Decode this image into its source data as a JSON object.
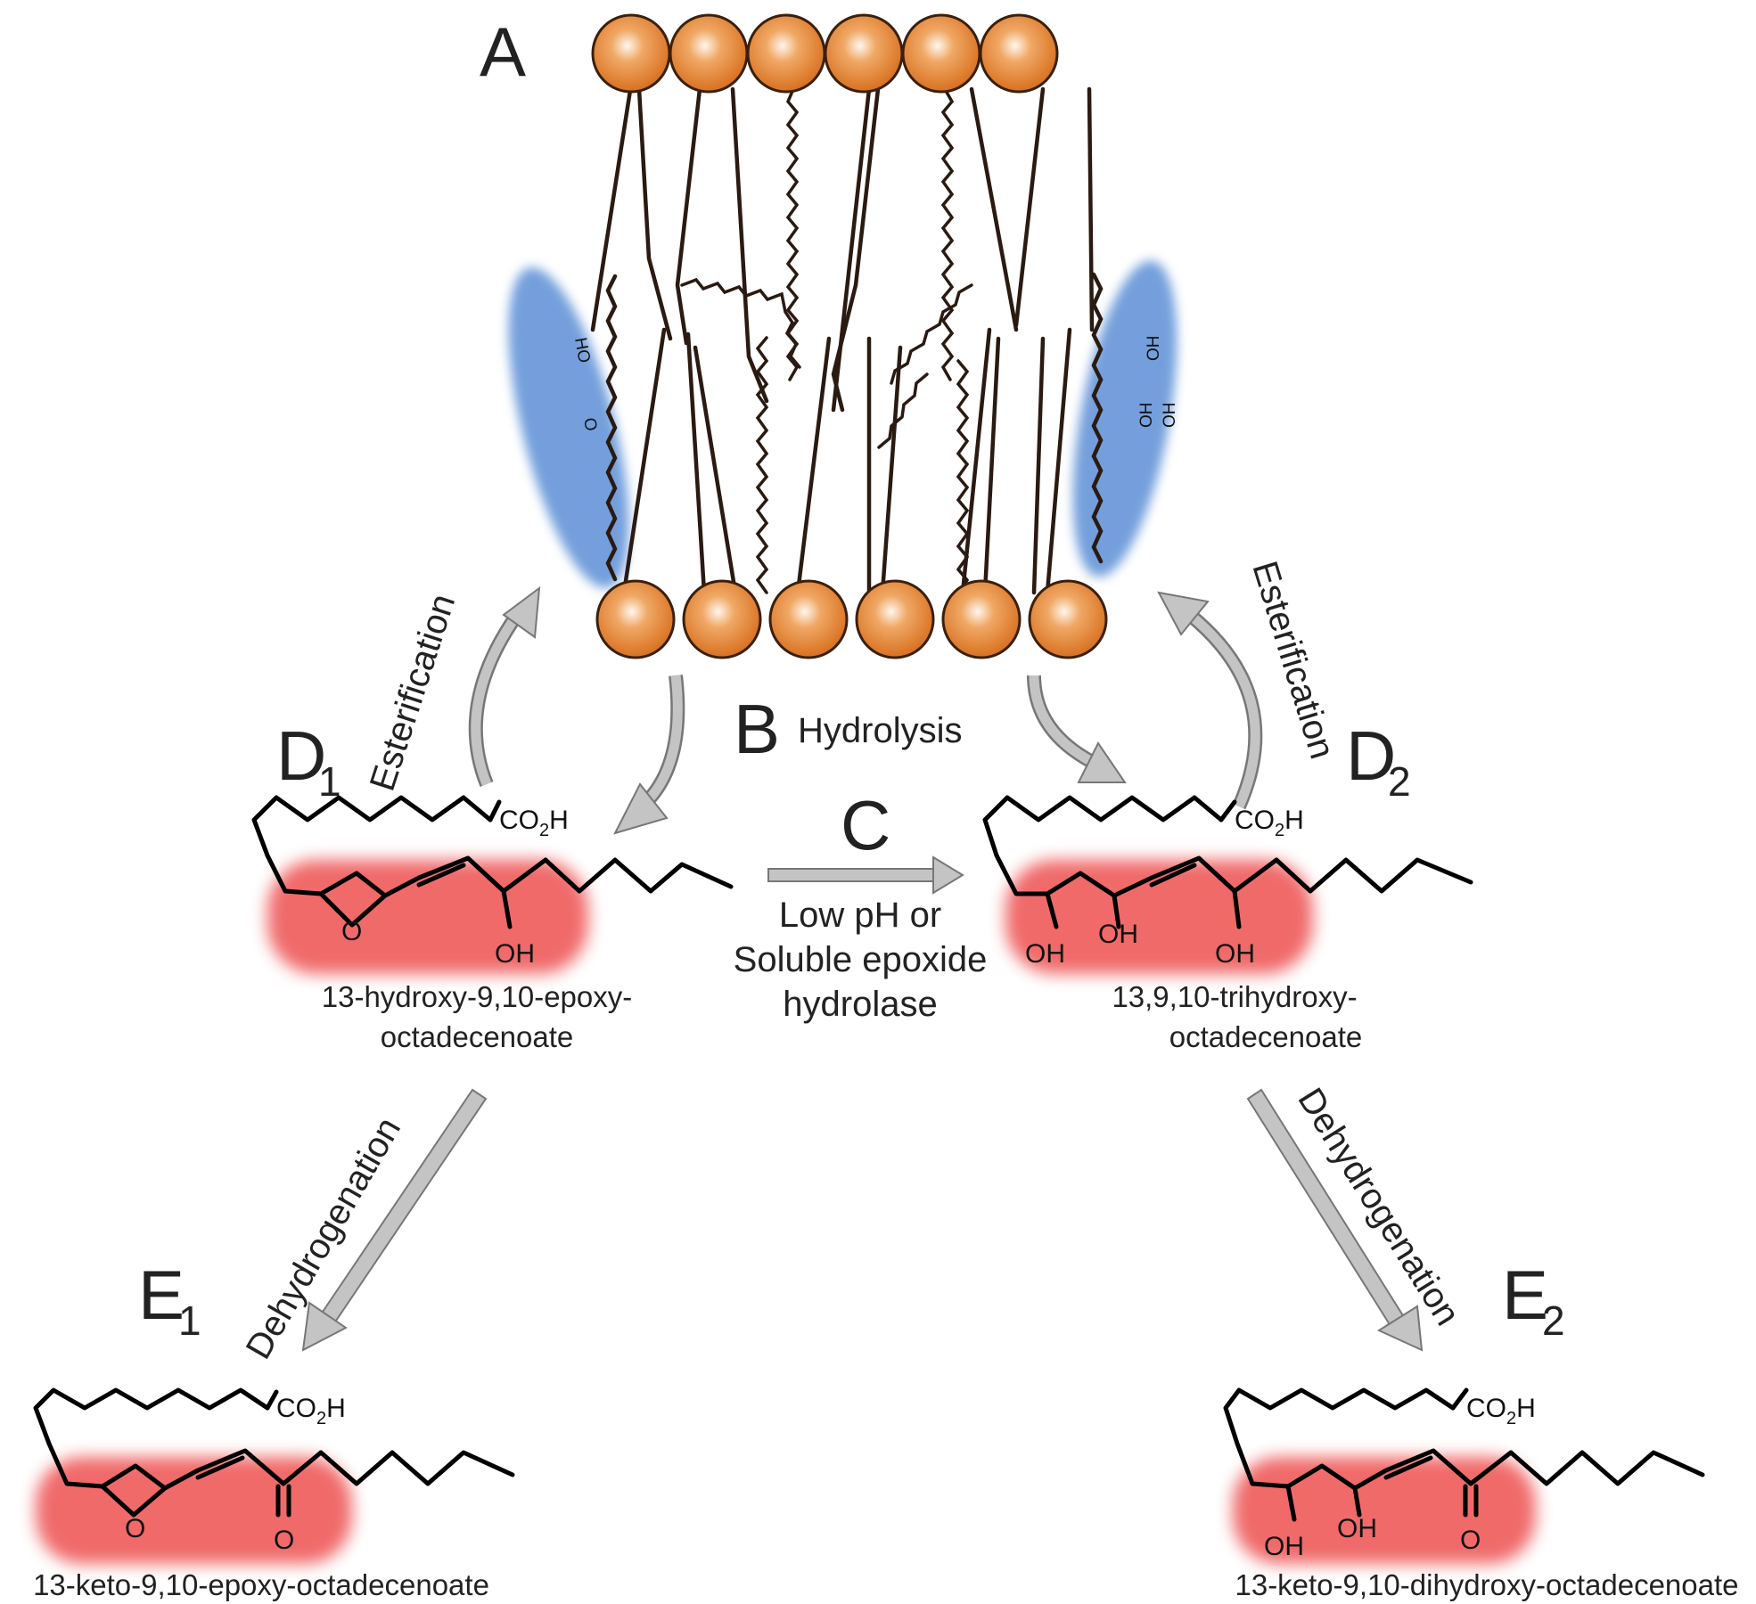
{
  "labels": {
    "A": "A",
    "B": "B",
    "C": "C",
    "D1": "D",
    "D1_sub": "1",
    "D2": "D",
    "D2_sub": "2",
    "E1": "E",
    "E1_sub": "1",
    "E2": "E",
    "E2_sub": "2"
  },
  "processes": {
    "hydrolysis": "Hydrolysis",
    "esterification_left": "Esterification",
    "esterification_right": "Esterification",
    "dehydrogenation_left": "Dehydrogenation",
    "dehydrogenation_right": "Dehydrogenation",
    "condition_line1": "Low pH or",
    "condition_line2": "Soluble epoxide",
    "condition_line3": "hydrolase"
  },
  "compounds": {
    "c1_line1": "13-hydroxy-9,10-epoxy-",
    "c1_line2": "octadecenoate",
    "c2_line1": "13,9,10-trihydroxy-",
    "c2_line2": "octadecenoate",
    "c3": "13-keto-9,10-epoxy-octadecenoate",
    "c4": "13-keto-9,10-dihydroxy-octadecenoate"
  },
  "atoms": {
    "co2h": "CO",
    "co2h_sub": "2",
    "co2h_h": "H",
    "oh": "OH",
    "o": "O",
    "ho": "HO"
  },
  "colors": {
    "headgroup": "#e07a2a",
    "red_highlight": "#ef5a5a",
    "blue_highlight": "#5b8fd6",
    "arrow_fill": "#c0c0c0"
  }
}
